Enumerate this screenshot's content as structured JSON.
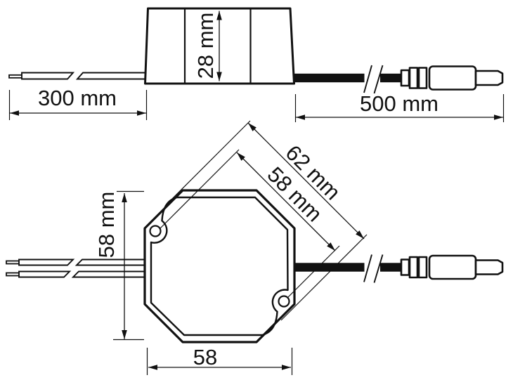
{
  "colors": {
    "ink": "#111111",
    "background": "#ffffff"
  },
  "side_view": {
    "height_label": "28 mm",
    "input_wire_length_label": "300 mm",
    "output_cable_length_label": "500 mm"
  },
  "front_view": {
    "corner_diagonal_label": "62 mm",
    "flat_diagonal_label": "58 mm",
    "height_label": "58 mm",
    "width_label": "58"
  }
}
